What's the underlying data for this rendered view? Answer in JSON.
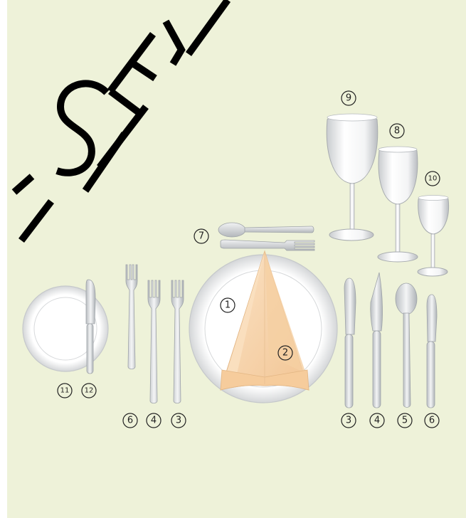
{
  "colors": {
    "background": "#eef2d9",
    "napkin": "#f8d6ae",
    "silver": "#d8dbdd",
    "glass": "#ffffff"
  },
  "labels": {
    "napkin_fold_1": "1",
    "napkin_fold_2": "2",
    "fork_3": "3",
    "fork_4": "4",
    "fork_6": "6",
    "knife_3": "3",
    "knife_4": "4",
    "spoon_5": "5",
    "knife_6": "6",
    "dessert_set_7": "7",
    "glass_8": "8",
    "glass_9": "9",
    "glass_10": "10",
    "bread_plate_11": "11",
    "butter_knife_12": "12"
  }
}
